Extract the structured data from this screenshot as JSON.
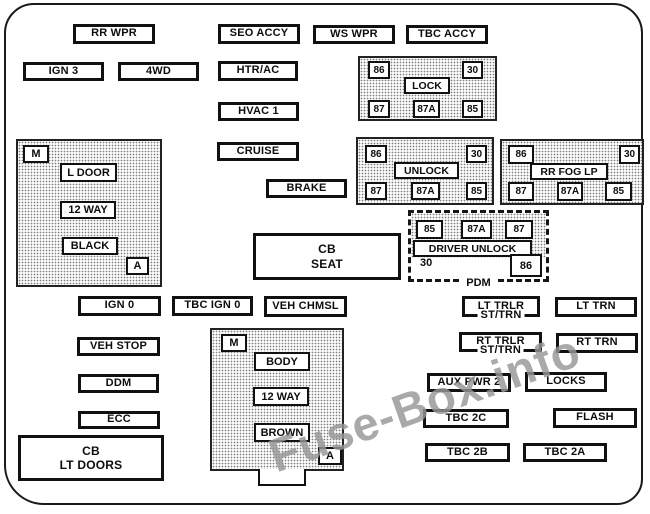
{
  "title": "Instrument panel fuse box diagram",
  "watermark": "Fuse-Box.info",
  "colors": {
    "line": "#111111",
    "stipple_dot": "#7d7d7d",
    "watermark": "#979797",
    "background": "#ffffff"
  },
  "fuses": {
    "rr_wpr": "RR WPR",
    "seo_accy": "SEO ACCY",
    "ws_wpr": "WS WPR",
    "tbc_accy": "TBC ACCY",
    "ign3": "IGN 3",
    "four_wd": "4WD",
    "htr_ac": "HTR/AC",
    "hvac1": "HVAC 1",
    "cruise": "CRUISE",
    "brake": "BRAKE",
    "ign0": "IGN 0",
    "tbc_ign0": "TBC IGN 0",
    "veh_chmsl": "VEH CHMSL",
    "lt_trlr": {
      "line1": "LT TRLR",
      "line2": "ST/TRN"
    },
    "lt_trn": "LT TRN",
    "rt_trlr": {
      "line1": "RT TRLR",
      "line2": "ST/TRN"
    },
    "rt_trn": "RT TRN",
    "veh_stop": "VEH STOP",
    "ddm": "DDM",
    "ecc": "ECC",
    "aux_pwr2": "AUX PWR 2",
    "locks": "LOCKS",
    "tbc_2c": "TBC 2C",
    "flash": "FLASH",
    "tbc_2b": "TBC 2B",
    "tbc_2a": "TBC 2A"
  },
  "breakers": {
    "seat": {
      "line1": "CB",
      "line2": "SEAT"
    },
    "lt_doors": {
      "line1": "CB",
      "line2": "LT DOORS"
    }
  },
  "relays": {
    "lock": {
      "label": "LOCK",
      "pins": {
        "p86": "86",
        "p30": "30",
        "p87": "87",
        "p87a": "87A",
        "p85": "85"
      }
    },
    "unlock": {
      "label": "UNLOCK",
      "pins": {
        "p86": "86",
        "p30": "30",
        "p87": "87",
        "p87a": "87A",
        "p85": "85"
      }
    },
    "rr_fog": {
      "label": "RR FOG LP",
      "pins": {
        "p86": "86",
        "p30": "30",
        "p87": "87",
        "p87a": "87A",
        "p85": "85"
      }
    },
    "pdm": {
      "label": "DRIVER UNLOCK",
      "caption": "PDM",
      "pins": {
        "p85": "85",
        "p87a": "87A",
        "p87": "87",
        "p30": "30",
        "p86": "86"
      }
    }
  },
  "connectors": {
    "left": {
      "m": "M",
      "rows": [
        "L DOOR",
        "12 WAY",
        "BLACK"
      ],
      "a": "A"
    },
    "middle": {
      "m": "M",
      "rows": [
        "BODY",
        "12 WAY",
        "BROWN"
      ],
      "a": "A"
    }
  }
}
